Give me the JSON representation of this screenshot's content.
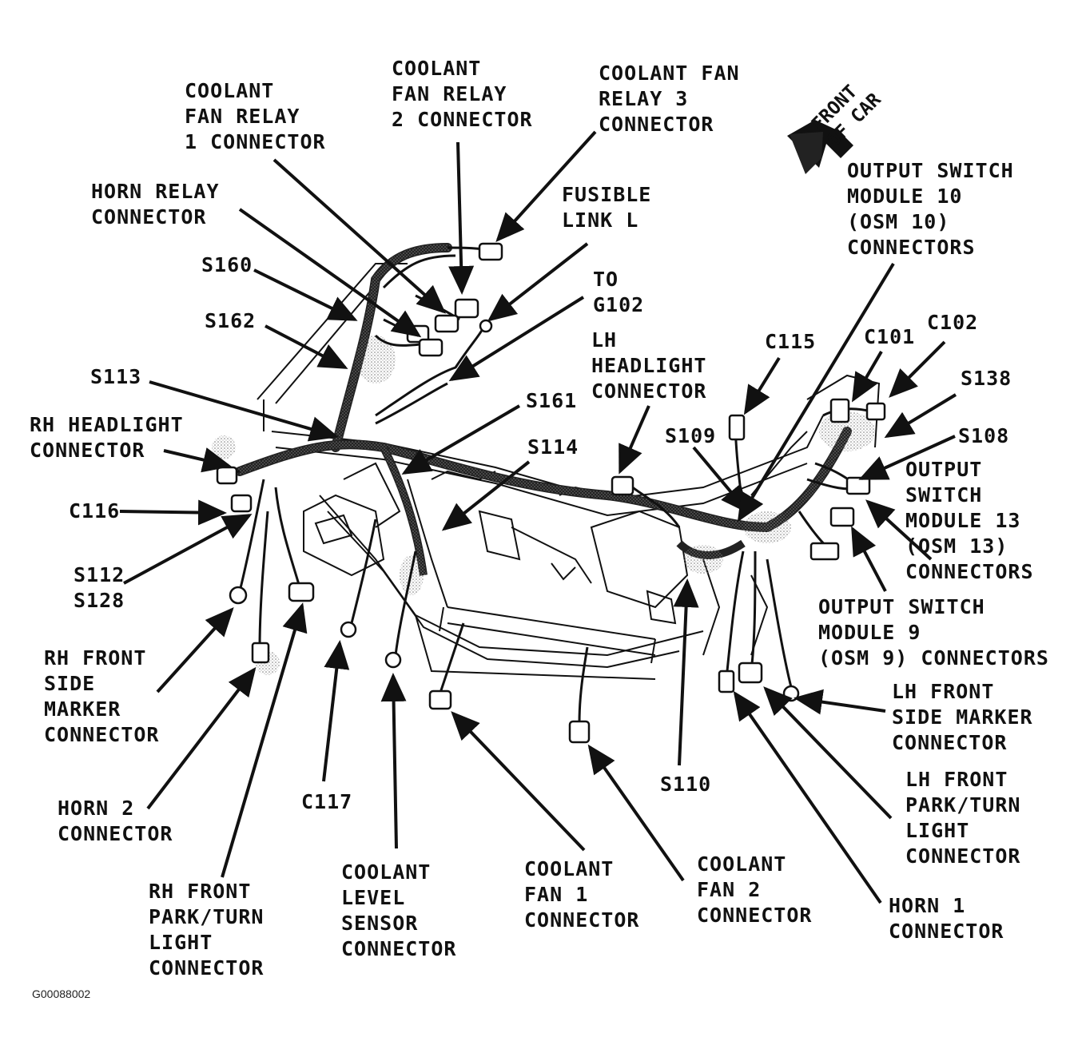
{
  "figure_code": "G00088002",
  "front_indicator": "FRONT\nOF CAR",
  "labels": {
    "coolant_fan_relay_1": "COOLANT\nFAN RELAY\n1 CONNECTOR",
    "coolant_fan_relay_2": "COOLANT\nFAN RELAY\n2 CONNECTOR",
    "coolant_fan_relay_3": "COOLANT FAN\nRELAY 3\nCONNECTOR",
    "horn_relay": "HORN RELAY\nCONNECTOR",
    "fusible_link_l": "FUSIBLE\nLINK L",
    "to_g102": "TO\nG102",
    "s160": "S160",
    "s162": "S162",
    "s113": "S113",
    "lh_headlight": "LH\nHEADLIGHT\nCONNECTOR",
    "s161": "S161",
    "rh_headlight": "RH HEADLIGHT\nCONNECTOR",
    "s114": "S114",
    "c116": "C116",
    "s112_s128": "S112\nS128",
    "rh_front_side_marker": "RH FRONT\nSIDE\nMARKER\nCONNECTOR",
    "horn_2": "HORN 2\nCONNECTOR",
    "rh_front_park_turn": "RH FRONT\nPARK/TURN\nLIGHT\nCONNECTOR",
    "c117": "C117",
    "coolant_level_sensor": "COOLANT\nLEVEL\nSENSOR\nCONNECTOR",
    "coolant_fan_1": "COOLANT\nFAN 1\nCONNECTOR",
    "coolant_fan_2": "COOLANT\nFAN 2\nCONNECTOR",
    "s110": "S110",
    "horn_1": "HORN 1\nCONNECTOR",
    "lh_front_park_turn": "LH FRONT\nPARK/TURN\nLIGHT\nCONNECTOR",
    "lh_front_side_marker": "LH FRONT\nSIDE MARKER\nCONNECTOR",
    "osm9": "OUTPUT SWITCH\nMODULE 9\n(OSM 9) CONNECTORS",
    "osm13": "OUTPUT\nSWITCH\nMODULE 13\n(OSM 13)\nCONNECTORS",
    "s108": "S108",
    "s138": "S138",
    "c102": "C102",
    "c101": "C101",
    "c115": "C115",
    "s109": "S109",
    "osm10": "OUTPUT SWITCH\nMODULE 10\n(OSM 10)\nCONNECTORS"
  }
}
